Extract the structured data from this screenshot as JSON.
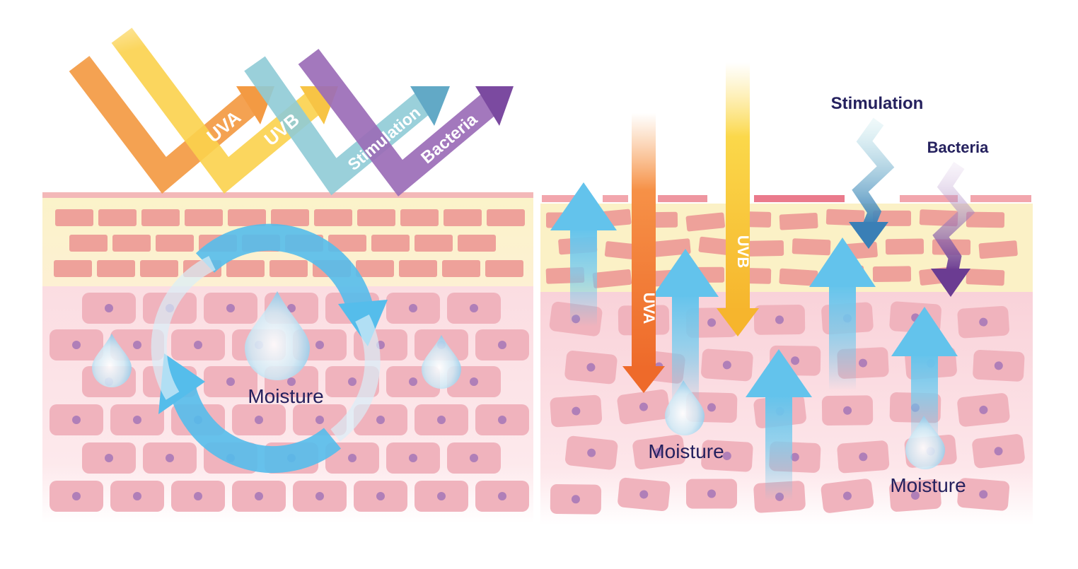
{
  "left_panel": {
    "arrow_labels": {
      "uva": "UVA",
      "uvb": "UVB",
      "stimulation": "Stimulation",
      "bacteria": "Bacteria"
    },
    "moisture_label": "Moisture"
  },
  "right_panel": {
    "arrow_labels": {
      "uva": "UVA",
      "uvb": "UVB"
    },
    "stimulation_label": "Stimulation",
    "bacteria_label": "Bacteria",
    "moisture_label_1": "Moisture",
    "moisture_label_2": "Moisture"
  },
  "colors": {
    "uva": "#f07a2c",
    "uvb": "#f7c531",
    "stimulation": "#67b3c8",
    "bacteria": "#7d4fa0",
    "moisture": "#5bc0ea",
    "cell": "#f0b3bd",
    "brick": "#eea19a",
    "nucleus": "#b07fb8",
    "text_dark": "#25215e"
  }
}
